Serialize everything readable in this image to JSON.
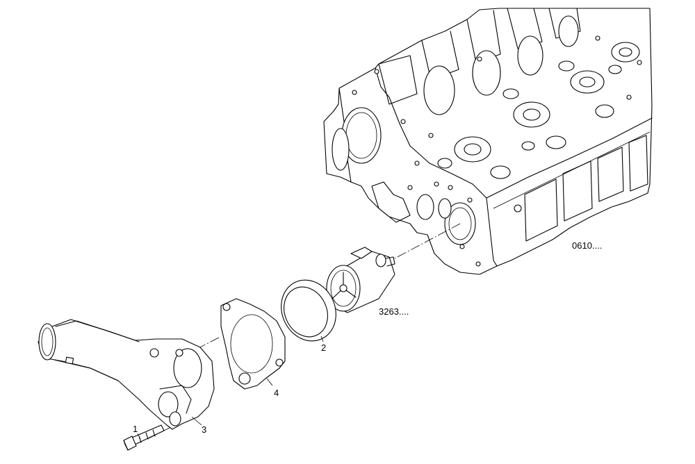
{
  "diagram": {
    "callouts": {
      "item_1": "1",
      "item_2": "2",
      "item_3": "3",
      "item_4": "4",
      "thermostat_ref": "3263....",
      "cylinder_head_ref": "0610...."
    }
  }
}
